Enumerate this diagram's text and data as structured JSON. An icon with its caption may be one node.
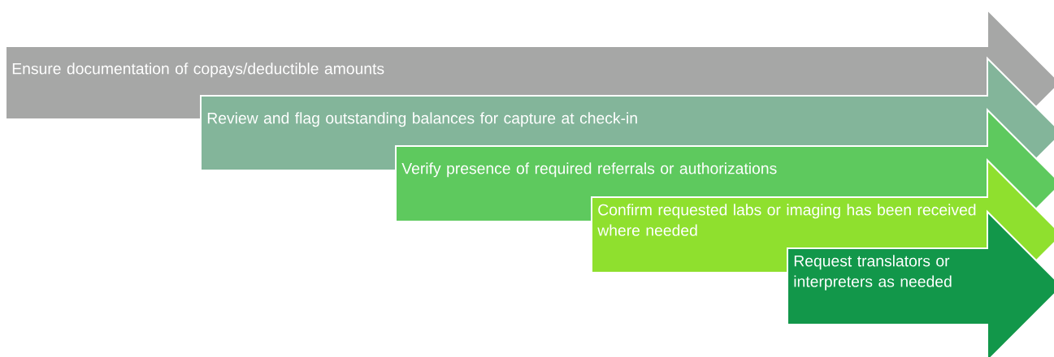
{
  "diagram": {
    "nodes": [
      {
        "text": [
          "Ensure documentation of copays/deductible amounts"
        ]
      },
      {
        "text": [
          "Review and flag outstanding balances for capture at check-in"
        ]
      },
      {
        "text": [
          "Verify presence of required referrals or authorizations"
        ]
      },
      {
        "text": [
          "Confirm requested labs or imaging has been received where needed"
        ]
      },
      {
        "text": [
          "Request translators or interpreters as needed"
        ]
      }
    ]
  }
}
